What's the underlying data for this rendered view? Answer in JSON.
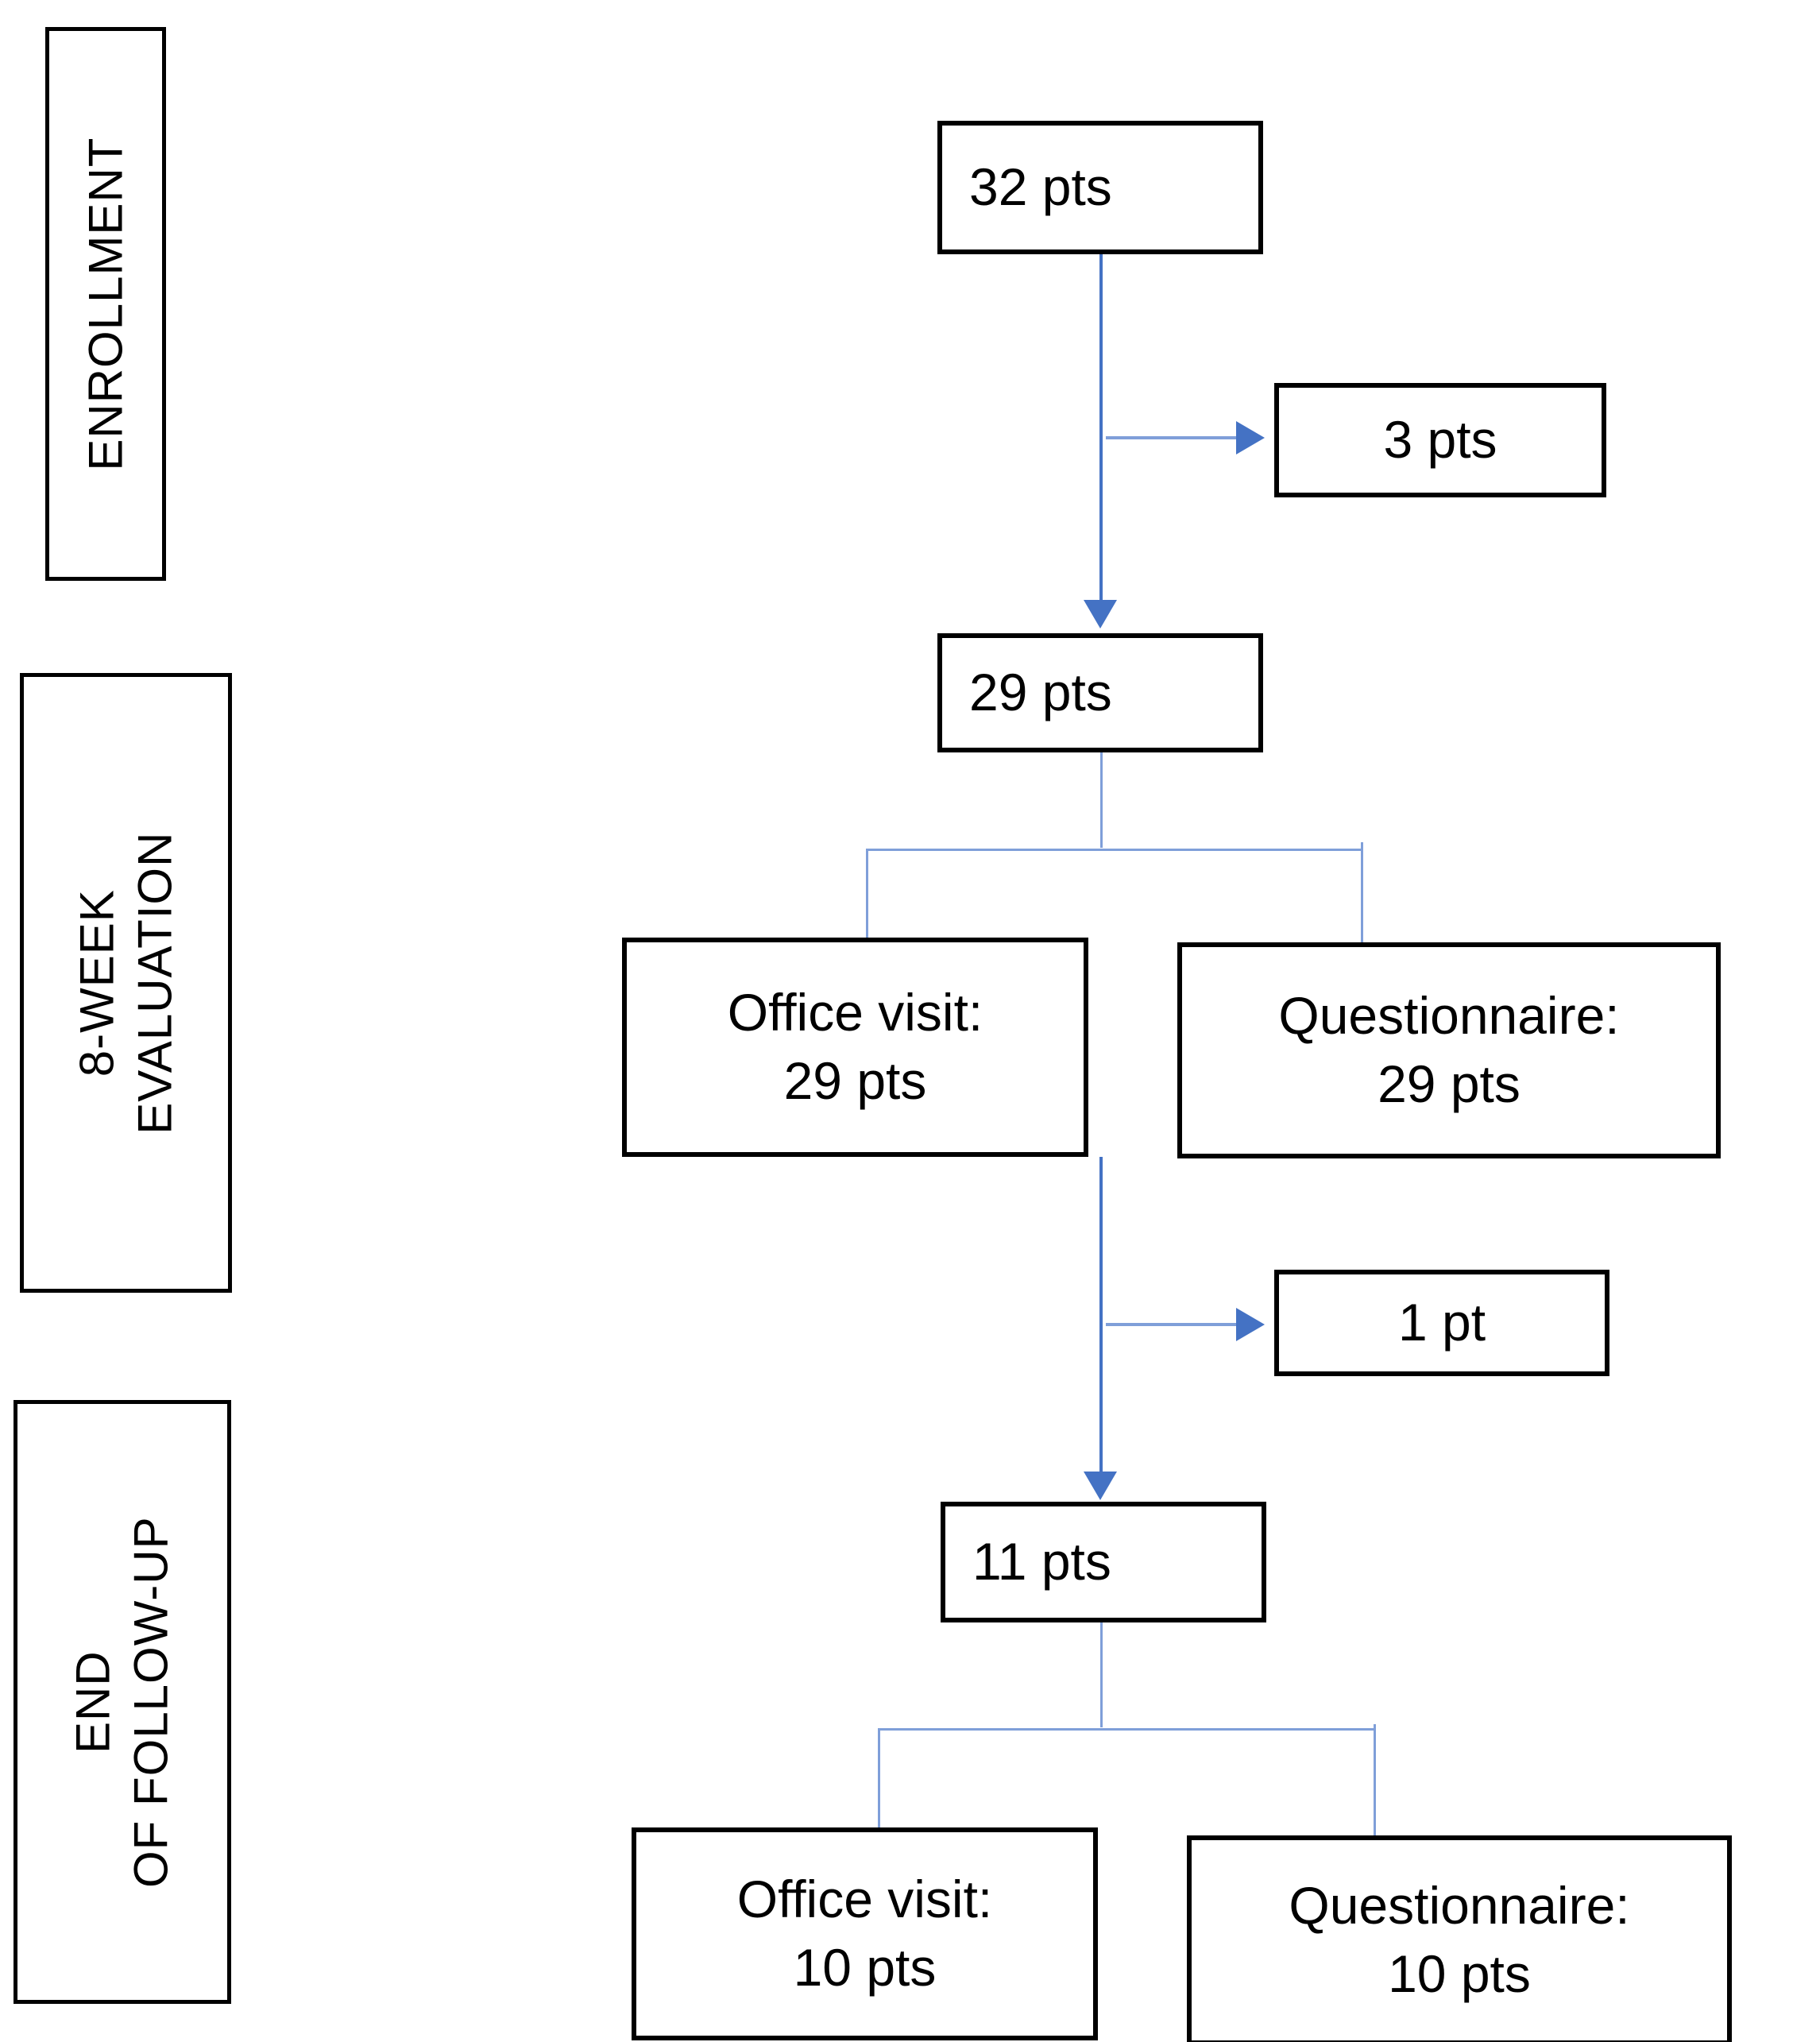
{
  "diagram": {
    "title": "Study participant flow diagram",
    "accent_color": "#4472C4",
    "border_color": "#000000",
    "background_color": "#FFFFFF",
    "phases": [
      {
        "id": "enrollment",
        "lines": [
          "ENROLLMENT"
        ]
      },
      {
        "id": "eight-week-evaluation",
        "lines": [
          "8-WEEK",
          "EVALUATION"
        ]
      },
      {
        "id": "end-of-follow-up",
        "lines": [
          "END",
          "OF FOLLOW-UP"
        ]
      }
    ],
    "nodes": [
      {
        "id": "enrolled",
        "lines": [
          "32 pts"
        ]
      },
      {
        "id": "dropout-enrollment",
        "lines": [
          "3 pts"
        ]
      },
      {
        "id": "evaluated-8week",
        "lines": [
          "29 pts"
        ]
      },
      {
        "id": "office-visit-8week",
        "lines": [
          "Office visit:",
          "29 pts"
        ]
      },
      {
        "id": "questionnaire-8week",
        "lines": [
          "Questionnaire:",
          "29 pts"
        ]
      },
      {
        "id": "dropout-followup",
        "lines": [
          "1 pt"
        ]
      },
      {
        "id": "completed-followup",
        "lines": [
          "11 pts"
        ]
      },
      {
        "id": "office-visit-followup",
        "lines": [
          "Office visit:",
          "10 pts"
        ]
      },
      {
        "id": "questionnaire-followup",
        "lines": [
          "Questionnaire:",
          "10 pts"
        ]
      }
    ]
  }
}
